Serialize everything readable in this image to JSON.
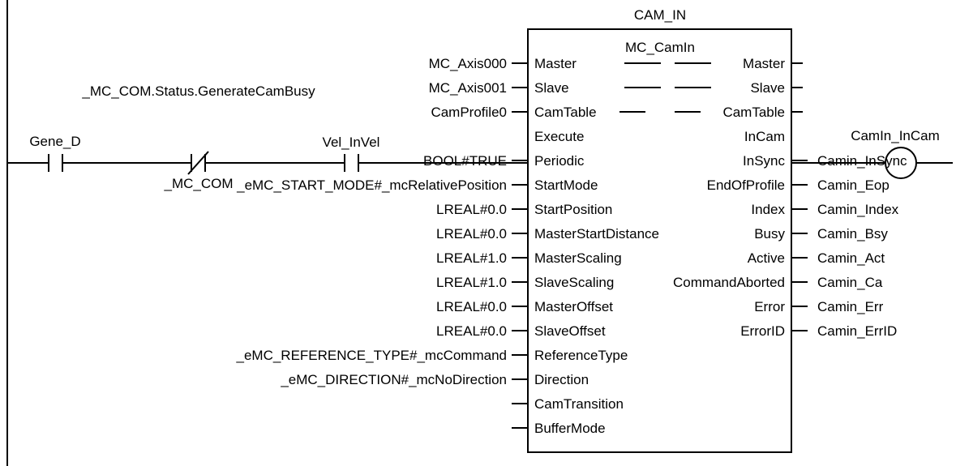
{
  "instance_name": "CAM_IN",
  "function_block": "MC_CamIn",
  "rung": {
    "contact_1": {
      "label": "Gene_D",
      "type": "normally-open"
    },
    "contact_2": {
      "label_top": "_MC_COM.Status.GenerateCamBusy",
      "label_bottom": "_MC_COM",
      "type": "normally-closed"
    },
    "contact_3": {
      "label": "Vel_InVel",
      "type": "normally-open"
    },
    "coil": {
      "label": "CamIn_InCam"
    }
  },
  "inouts": [
    {
      "arg": "MC_Axis000",
      "name": "Master",
      "out": "Master"
    },
    {
      "arg": "MC_Axis001",
      "name": "Slave",
      "out": "Slave"
    },
    {
      "arg": "CamProfile0",
      "name": "CamTable",
      "out": "CamTable"
    }
  ],
  "inputs": [
    {
      "name": "Execute",
      "arg": ""
    },
    {
      "name": "Periodic",
      "arg": "BOOL#TRUE"
    },
    {
      "name": "StartMode",
      "arg": "_eMC_START_MODE#_mcRelativePosition"
    },
    {
      "name": "StartPosition",
      "arg": "LREAL#0.0"
    },
    {
      "name": "MasterStartDistance",
      "arg": "LREAL#0.0"
    },
    {
      "name": "MasterScaling",
      "arg": "LREAL#1.0"
    },
    {
      "name": "SlaveScaling",
      "arg": "LREAL#1.0"
    },
    {
      "name": "MasterOffset",
      "arg": "LREAL#0.0"
    },
    {
      "name": "SlaveOffset",
      "arg": "LREAL#0.0"
    },
    {
      "name": "ReferenceType",
      "arg": "_eMC_REFERENCE_TYPE#_mcCommand"
    },
    {
      "name": "Direction",
      "arg": "_eMC_DIRECTION#_mcNoDirection"
    },
    {
      "name": "CamTransition",
      "arg": ""
    },
    {
      "name": "BufferMode",
      "arg": ""
    }
  ],
  "outputs": [
    {
      "name": "InCam",
      "var": ""
    },
    {
      "name": "InSync",
      "var": "Camin_InSync"
    },
    {
      "name": "EndOfProfile",
      "var": "Camin_Eop"
    },
    {
      "name": "Index",
      "var": "Camin_Index"
    },
    {
      "name": "Busy",
      "var": "Camin_Bsy"
    },
    {
      "name": "Active",
      "var": "Camin_Act"
    },
    {
      "name": "CommandAborted",
      "var": "Camin_Ca"
    },
    {
      "name": "Error",
      "var": "Camin_Err"
    },
    {
      "name": "ErrorID",
      "var": "Camin_ErrID"
    }
  ]
}
